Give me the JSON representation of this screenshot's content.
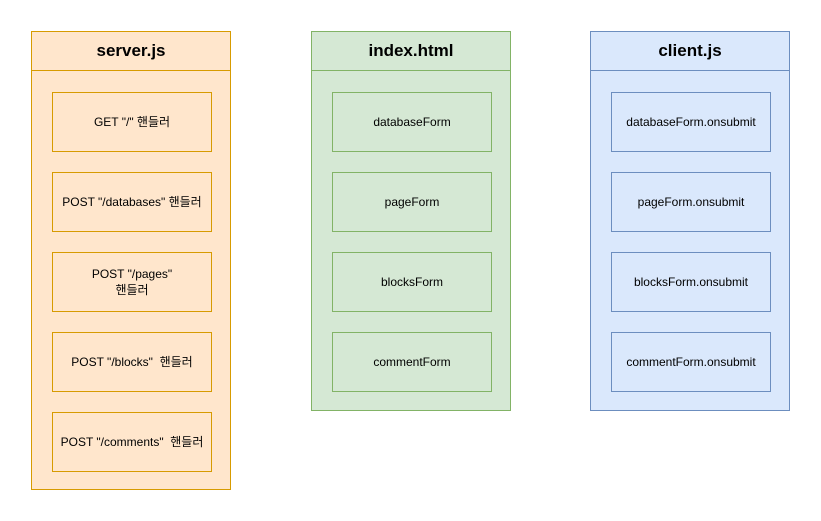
{
  "diagram": {
    "background": "#ffffff",
    "columns": [
      {
        "title": "server.js",
        "fill": "#ffe6cc",
        "stroke": "#d79b00",
        "items": [
          {
            "label": "GET \"/\" 핸들러"
          },
          {
            "label": "POST \"/databases\" 핸들러"
          },
          {
            "label": "POST \"/pages\"\n핸들러"
          },
          {
            "label": "POST \"/blocks\"  핸들러"
          },
          {
            "label": "POST \"/comments\"  핸들러"
          }
        ]
      },
      {
        "title": "index.html",
        "fill": "#d5e8d4",
        "stroke": "#82b366",
        "items": [
          {
            "label": "databaseForm"
          },
          {
            "label": "pageForm"
          },
          {
            "label": "blocksForm"
          },
          {
            "label": "commentForm"
          }
        ]
      },
      {
        "title": "client.js",
        "fill": "#dae8fc",
        "stroke": "#6c8ebf",
        "items": [
          {
            "label": "databaseForm.onsubmit"
          },
          {
            "label": "pageForm.onsubmit"
          },
          {
            "label": "blocksForm.onsubmit"
          },
          {
            "label": "commentForm.onsubmit"
          }
        ]
      }
    ]
  }
}
